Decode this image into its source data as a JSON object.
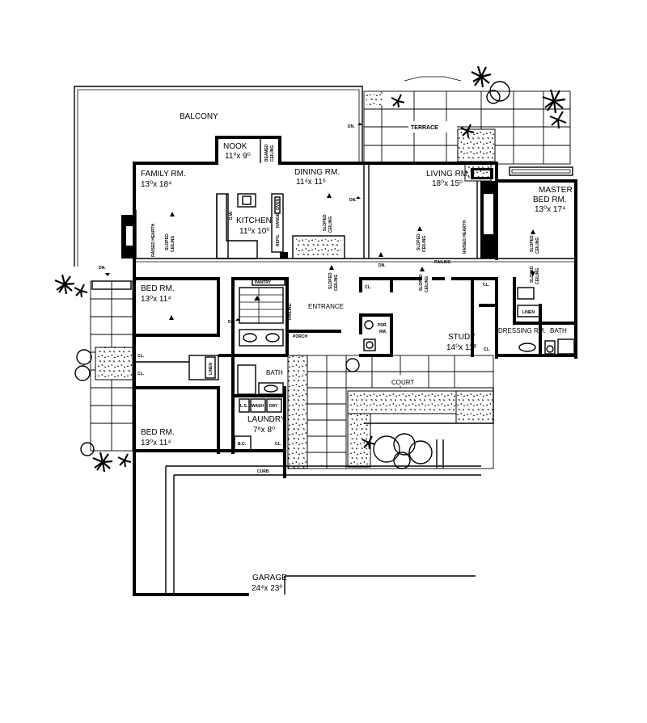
{
  "rooms": {
    "balcony": "BALCONY",
    "terrace": "TERRACE",
    "nook": "NOOK",
    "nook_dim": "11⁰x 9⁰",
    "family": "FAMILY RM.",
    "family_dim": "13⁰x 18⁴",
    "dining": "DINING RM.",
    "dining_dim": "11⁴x 11⁶",
    "living": "LIVING RM.",
    "living_dim": "18⁰x 15⁰",
    "master": "MASTER",
    "master2": "BED RM.",
    "master_dim": "13⁰x 17⁴",
    "kitchen": "KITCHEN",
    "kitchen_dim": "11⁰x 10⁰",
    "bed1": "BED RM.",
    "bed1_dim": "13⁰x 11⁴",
    "bed2": "BED RM.",
    "bed2_dim": "13⁰x 11⁴",
    "entrance": "ENTRANCE",
    "study": "STUDY",
    "study_dim": "14⁰x 11⁸",
    "pdr": "PDR.",
    "pdr2": "RM.",
    "dressing": "DRESSING RM.",
    "bath_master": "BATH",
    "bath": "BATH",
    "laundry": "LAUNDRY",
    "laundry_dim": "7⁶x 8⁰",
    "court": "COURT",
    "garage": "GARAGE",
    "garage_dim": "24⁴x 23⁰",
    "pantry": "PANTRY",
    "porch": "PORCH",
    "linen": "LINEN",
    "linen_master": "LINEN"
  },
  "notes": {
    "dn": "DN.",
    "cl": "CL.",
    "bc": "B.C.",
    "curb": "CURB",
    "railing": "RAILING",
    "sloped": "SLOPED",
    "ceiling": "CEILING",
    "raised_hearth": "RAISED HEARTH",
    "beamed": "BEAMED",
    "range": "RANGE",
    "oven": "OVEN",
    "refg": "REFG.",
    "dw": "D.W.",
    "ls": "L.S.",
    "wash": "WASH",
    "dry": "DRY"
  }
}
